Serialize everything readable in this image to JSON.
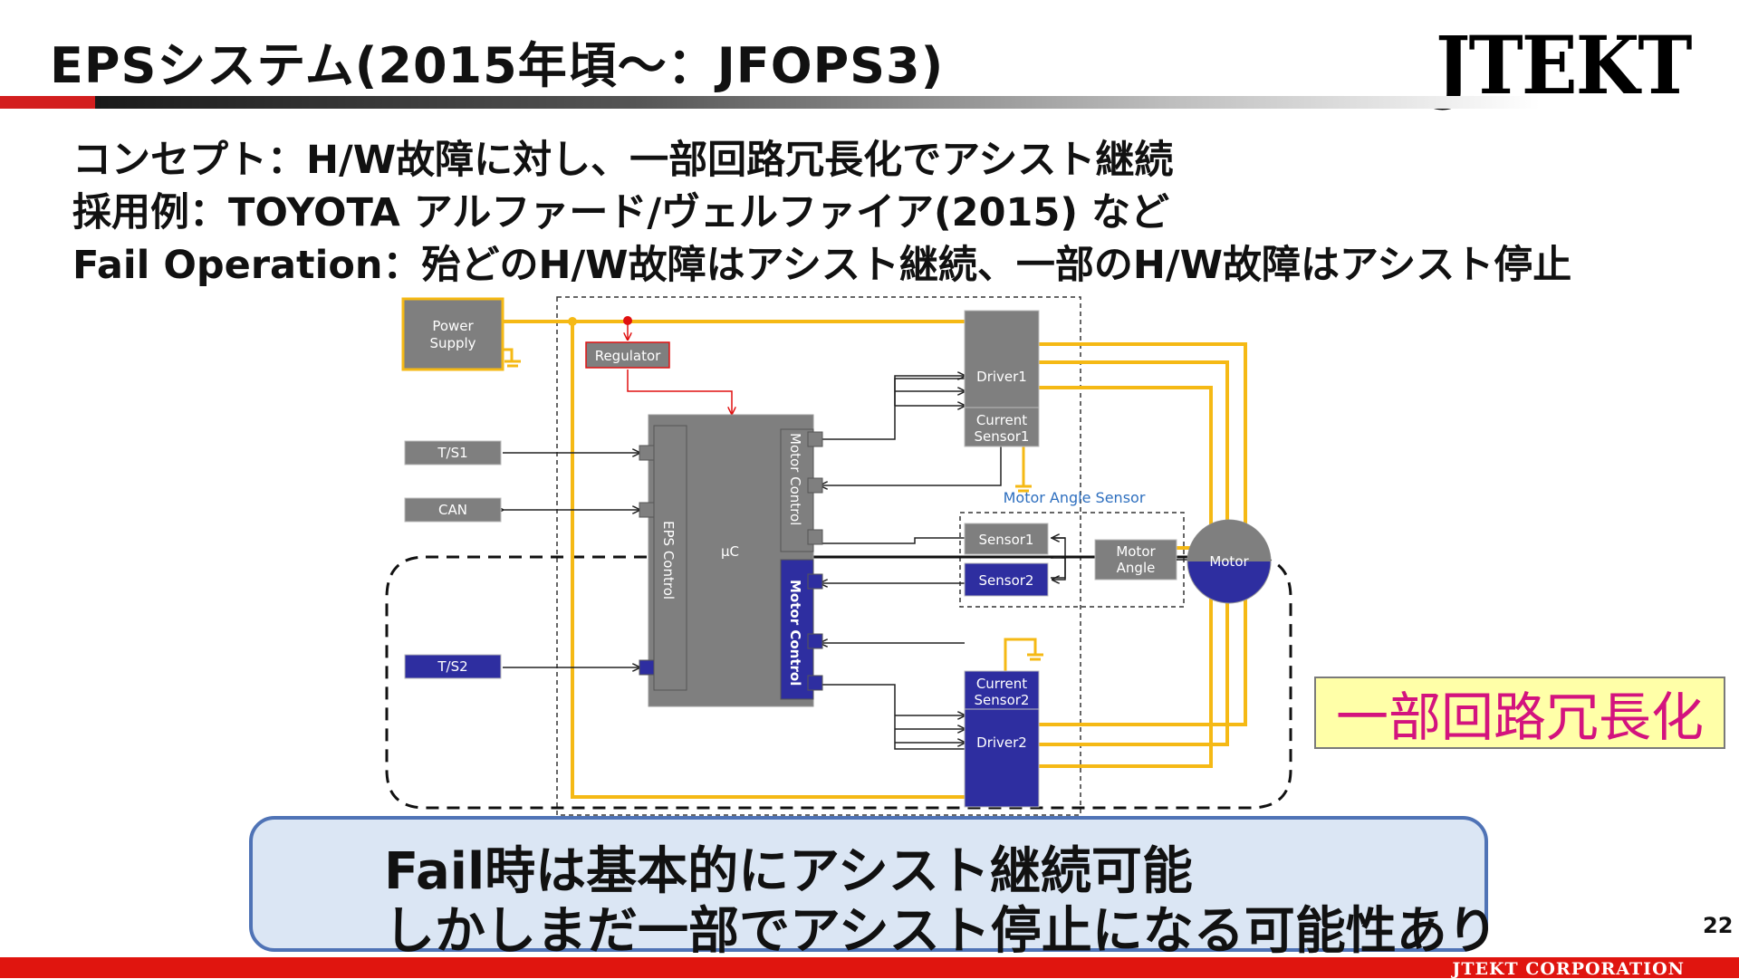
{
  "slide": {
    "title": "EPSシステム(2015年頃～：JFOPS3)",
    "logo": "JTEKT",
    "page_number": "22",
    "footer": "JTEKT CORPORATION"
  },
  "concept": {
    "line1": "コンセプト：H/W故障に対し、一部回路冗長化でアシスト継続",
    "line2": "採用例：TOYOTA アルファード/ヴェルファイア(2015) など",
    "line3": "Fail Operation：殆どのH/W故障はアシスト継続、一部のH/W故障はアシスト停止"
  },
  "diagram": {
    "power_supply_line1": "Power",
    "power_supply_line2": "Supply",
    "regulator": "Regulator",
    "ts1": "T/S1",
    "can": "CAN",
    "ts2": "T/S2",
    "eps_control": "EPS Control",
    "mu_c": "μC",
    "motor_control_1": "Motor Control",
    "motor_control_2": "Motor Control",
    "driver1": "Driver1",
    "current_sensor1_line1": "Current",
    "current_sensor1_line2": "Sensor1",
    "current_sensor2_line1": "Current",
    "current_sensor2_line2": "Sensor2",
    "driver2": "Driver2",
    "motor_angle_sensor": "Motor Angle Sensor",
    "sensor1": "Sensor1",
    "sensor2": "Sensor2",
    "motor_angle_line1": "Motor",
    "motor_angle_line2": "Angle",
    "motor": "Motor",
    "colors": {
      "gray_block": "#7f7f7f",
      "blue_block": "#2e2ea0",
      "power_line": "#f5b915",
      "regulator_line": "#e01010"
    }
  },
  "callout": {
    "text": "一部回路冗長化"
  },
  "summary": {
    "line1": "Fail時は基本的にアシスト継続可能",
    "line2": "しかしまだ一部でアシスト停止になる可能性あり"
  }
}
